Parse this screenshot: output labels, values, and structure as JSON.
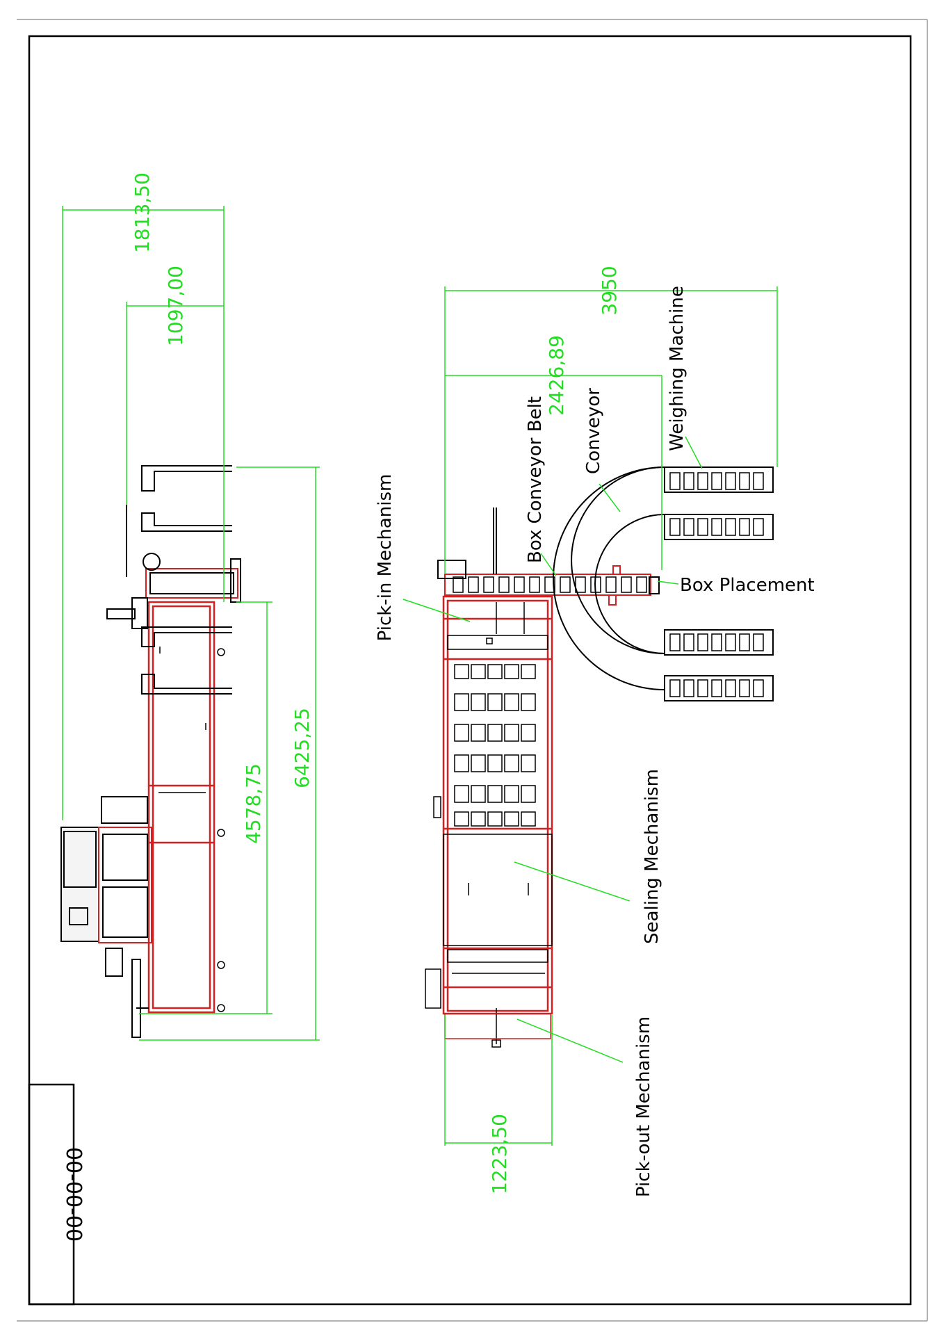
{
  "drawing": {
    "code": "00-00-00",
    "colors": {
      "dimension": "#22dd22",
      "frame": "#d42020",
      "outline": "#000000"
    }
  },
  "dimensions": {
    "overall_width": "1813,50",
    "upper_width": "1097,00",
    "frame_length": "4578,75",
    "overall_length": "6425,25",
    "layout_width": "3950",
    "conveyor_belt_width": "2426,89",
    "machine_width": "1223,50"
  },
  "labels": {
    "pick_in": "Pick-in Mechanism",
    "box_conveyor_belt": "Box Conveyor Belt",
    "conveyor": "Conveyor",
    "weighing_machine": "Weighing Machine",
    "box_placement": "Box Placement",
    "sealing": "Sealing  Mechanism",
    "pick_out": "Pick-out Mechanism"
  }
}
